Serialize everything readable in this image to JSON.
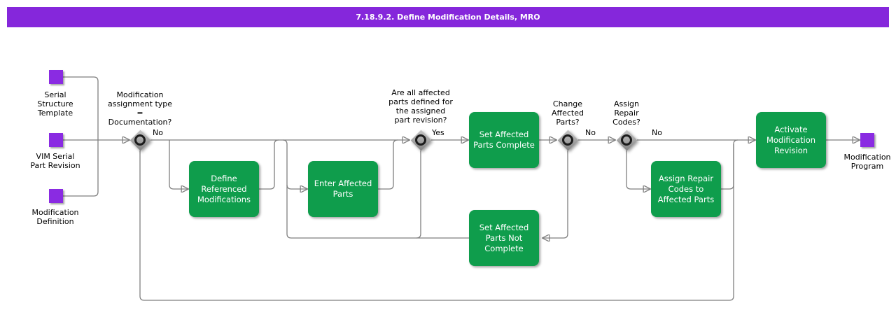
{
  "header": {
    "title": "7.18.9.2. Define Modification Details, MRO"
  },
  "artifacts": {
    "serial_structure_template": {
      "label": "Serial\nStructure\nTemplate"
    },
    "vim_serial_part_revision": {
      "label": "VIM Serial\nPart Revision"
    },
    "modification_definition": {
      "label": "Modification\nDefinition"
    },
    "modification_program": {
      "label": "Modification\nProgram"
    }
  },
  "gateways": {
    "modification_assignment_type": {
      "question": "Modification\nassignment type\n=\nDocumentation?",
      "branch_label": "No"
    },
    "affected_parts_defined": {
      "question": "Are all affected\nparts defined for\nthe assigned\npart revision?",
      "branch_label": "Yes"
    },
    "change_affected_parts": {
      "question": "Change\nAffected\nParts?",
      "branch_label": "No"
    },
    "assign_repair_codes": {
      "question": "Assign\nRepair\nCodes?",
      "branch_label": "No"
    }
  },
  "tasks": {
    "define_referenced_modifications": {
      "label": "Define\nReferenced\nModifications"
    },
    "enter_affected_parts": {
      "label": "Enter Affected\nParts"
    },
    "set_affected_parts_complete": {
      "label": "Set Affected\nParts Complete"
    },
    "set_affected_parts_not_complete": {
      "label": "Set Affected\nParts Not\nComplete"
    },
    "assign_repair_codes_to_affected_parts": {
      "label": "Assign Repair\nCodes to\nAffected Parts"
    },
    "activate_modification_revision": {
      "label": "Activate\nModification\nRevision"
    }
  },
  "colors": {
    "header_bg": "#8527DB",
    "artifact_fill": "#8A2BE2",
    "task_fill": "#0F9D4C",
    "gateway_fill": "#9E9E9E",
    "line": "#7F7F7F",
    "title_text": "#FFFFFF"
  }
}
